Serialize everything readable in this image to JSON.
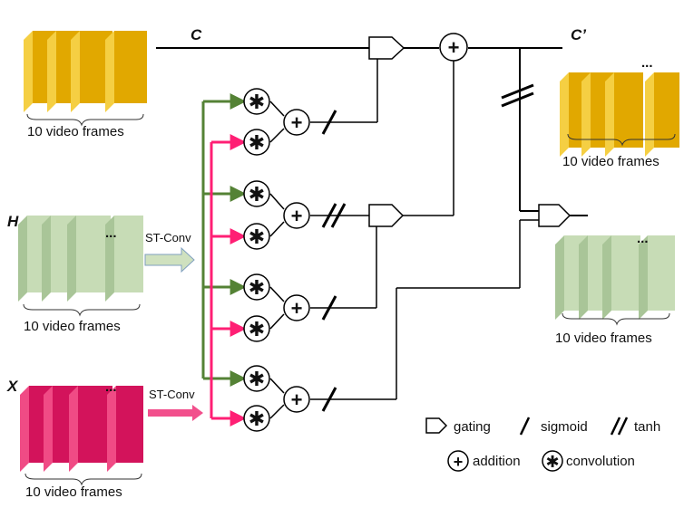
{
  "labels": {
    "c": "C",
    "c_prime": "C’",
    "h": "H",
    "x": "X",
    "frames": "10 video frames",
    "dots": "...",
    "st_conv": "ST-Conv"
  },
  "legend": {
    "gating": "gating",
    "sigmoid": "sigmoid",
    "tanh": "tanh",
    "addition": "addition",
    "convolution": "convolution"
  },
  "symbols": {
    "plus": "+",
    "conv": "✱",
    "slash": "/",
    "double_slash": "//"
  },
  "colors": {
    "cell_fill": "#e1a800",
    "cell_edge": "#f5cf43",
    "hidden_fill": "#c7dcb6",
    "hidden_edge": "#a9c598",
    "input_fill": "#d3135b",
    "input_edge": "#f04b85",
    "green_line": "#548235",
    "pink_line": "#ff1f74",
    "st_conv_arrow_h": "#cfe1bf",
    "st_conv_arrow_x": "#f24f8c"
  }
}
